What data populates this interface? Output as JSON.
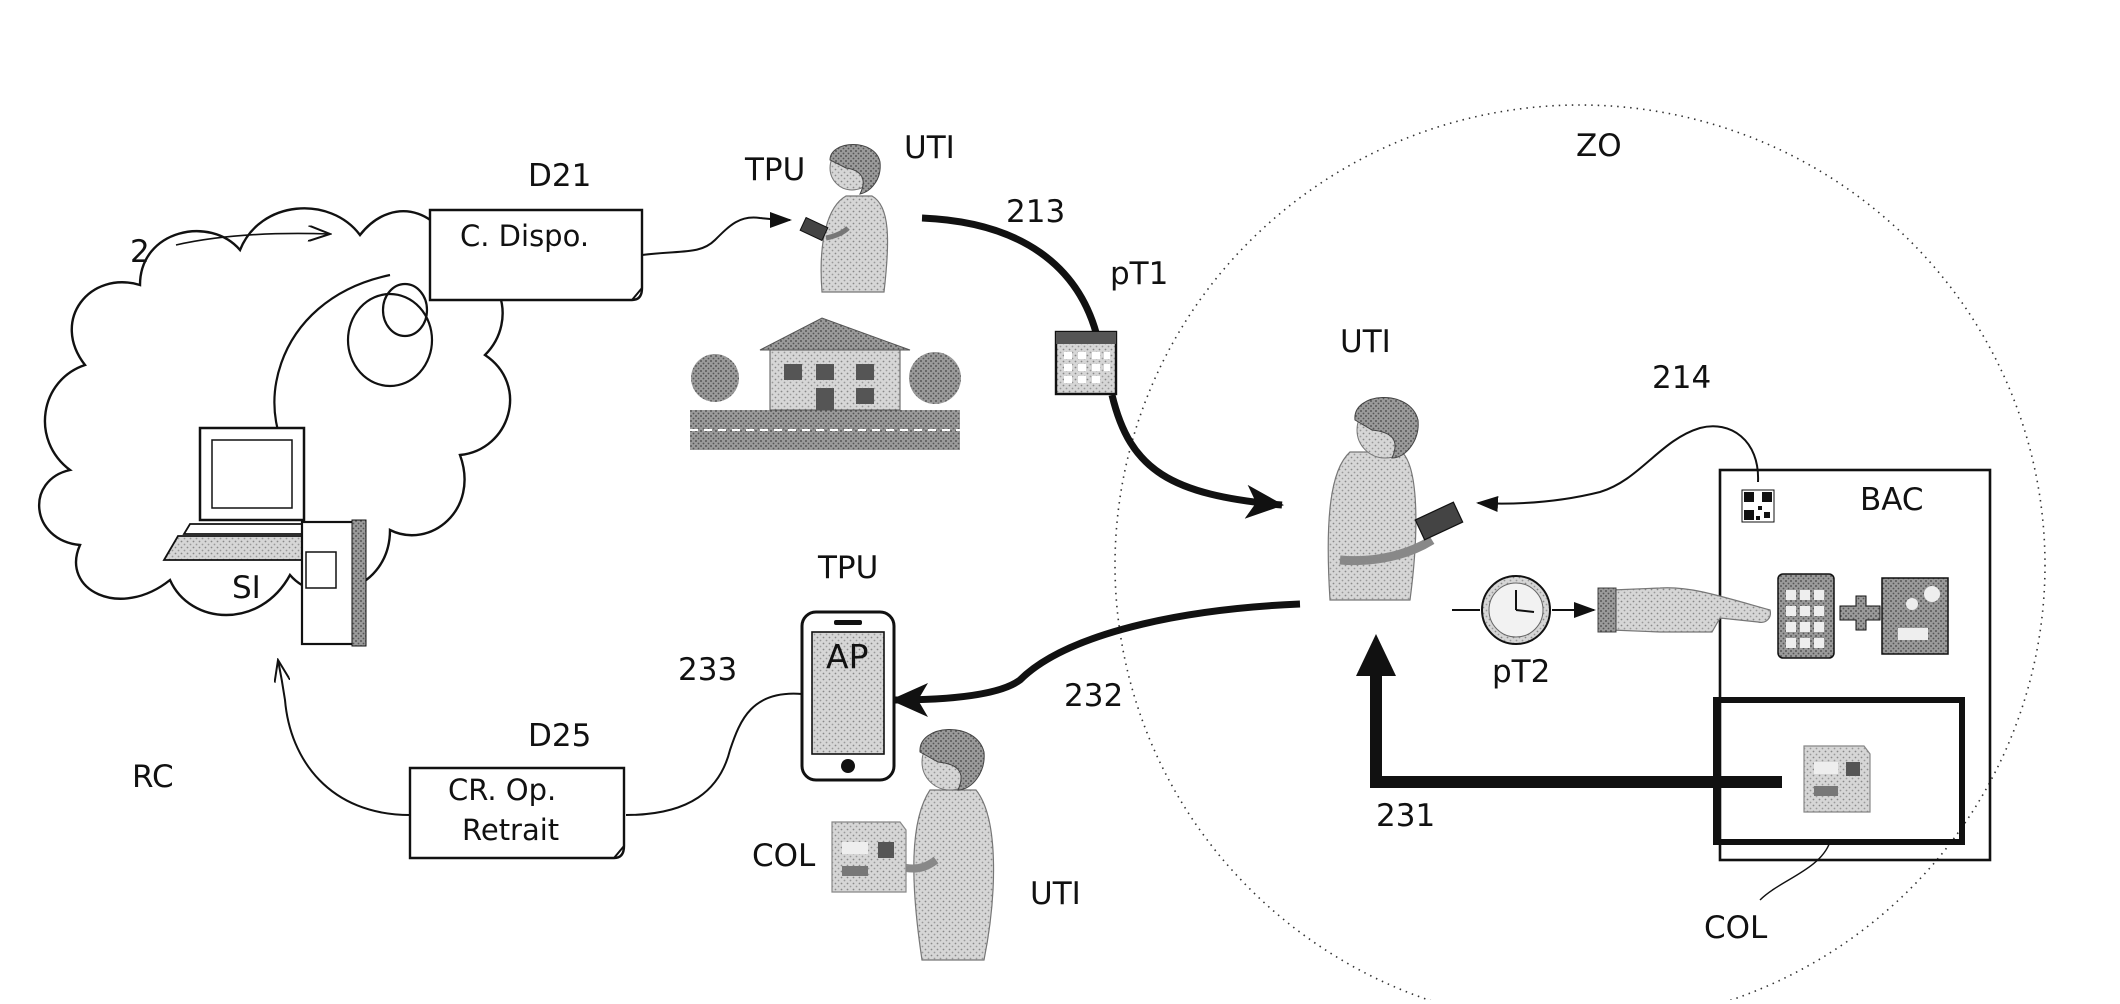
{
  "figure": {
    "ref_2": "2",
    "network_cloud": "RC",
    "info_system": "SI",
    "doc_top": {
      "ref": "D21",
      "line1": "C. Dispo."
    },
    "doc_bottom": {
      "ref": "D25",
      "line1": "CR. Op.",
      "line2": "Retrait"
    },
    "user_top": {
      "terminal": "TPU",
      "user": "UTI"
    },
    "user_zone": "UTI",
    "user_bottom": {
      "terminal": "TPU",
      "app": "AP",
      "user": "UTI",
      "parcel": "COL"
    },
    "zone": "ZO",
    "locker": "BAC",
    "parcel_in_locker": "COL",
    "step_213": "213",
    "step_214": "214",
    "step_231": "231",
    "step_232": "232",
    "step_233": "233",
    "pt1": "pT1",
    "pt2": "pT2"
  }
}
